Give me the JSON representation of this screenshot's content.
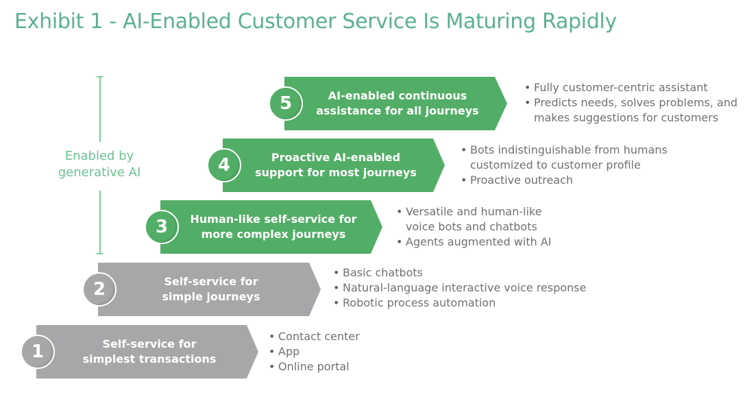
{
  "title": "Exhibit 1 - AI-Enabled Customer Service Is Maturing Rapidly",
  "bracket": {
    "label_line1": "Enabled by",
    "label_line2": "generative AI",
    "color": "#6cc28f"
  },
  "colors": {
    "green": "#52ae66",
    "green_dark": "#46a05a",
    "gray": "#a6a7a9",
    "gray_dark": "#9a9b9d",
    "title": "#5bb08f",
    "bullet_text": "#707070"
  },
  "steps": [
    {
      "number": "1",
      "line1": "Self-service for",
      "line2": "simplest transactions",
      "style": "gray",
      "bullets": [
        "Contact center",
        "App",
        "Online portal"
      ]
    },
    {
      "number": "2",
      "line1": "Self-service for",
      "line2": "simple journeys",
      "style": "gray",
      "bullets": [
        "Basic chatbots",
        "Natural-language interactive voice response",
        "Robotic process automation"
      ]
    },
    {
      "number": "3",
      "line1": "Human-like self-service for",
      "line2": "more complex journeys",
      "style": "green",
      "bullets": [
        "Versatile and human-like",
        "voice bots and chatbots",
        "Agents augmented with AI"
      ],
      "bullet_continuations": [
        1
      ]
    },
    {
      "number": "4",
      "line1": "Proactive AI-enabled",
      "line2": "support for most journeys",
      "style": "green",
      "bullets": [
        "Bots indistinguishable from humans",
        "customized to customer profile",
        "Proactive outreach"
      ],
      "bullet_continuations": [
        1
      ]
    },
    {
      "number": "5",
      "line1": "AI-enabled continuous",
      "line2": "assistance for all journeys",
      "style": "green",
      "bullets": [
        "Fully customer-centric assistant",
        "Predicts needs, solves problems, and",
        "makes suggestions for customers"
      ],
      "bullet_continuations": [
        2
      ]
    }
  ]
}
